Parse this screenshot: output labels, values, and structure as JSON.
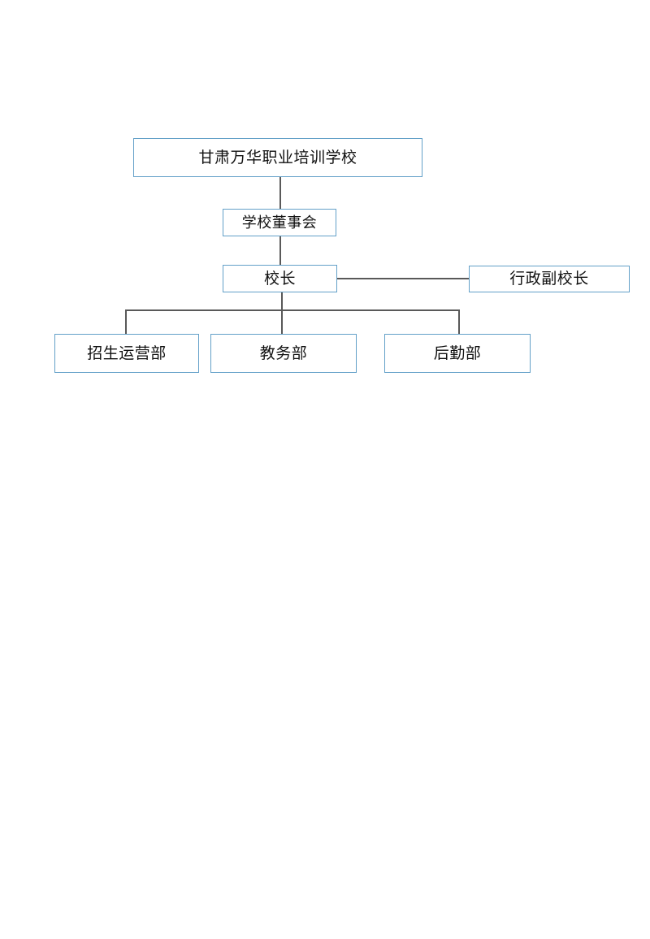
{
  "diagram": {
    "type": "organization-chart",
    "background_color": "#ffffff",
    "node_border_color": "#63A0C8",
    "connector_color": "#595959",
    "nodes": {
      "root": {
        "label": "甘肃万华职业培训学校"
      },
      "board": {
        "label": "学校董事会"
      },
      "principal": {
        "label": "校长"
      },
      "vice_principal": {
        "label": "行政副校长"
      },
      "admissions": {
        "label": "招生运营部"
      },
      "academic": {
        "label": "教务部"
      },
      "logistics": {
        "label": "后勤部"
      }
    },
    "edges": [
      {
        "from": "root",
        "to": "board",
        "style": "vertical"
      },
      {
        "from": "board",
        "to": "principal",
        "style": "vertical"
      },
      {
        "from": "principal",
        "to": "vice_principal",
        "style": "horizontal"
      },
      {
        "from": "principal",
        "to": "admissions",
        "style": "elbow"
      },
      {
        "from": "principal",
        "to": "academic",
        "style": "vertical"
      },
      {
        "from": "principal",
        "to": "logistics",
        "style": "elbow"
      }
    ]
  }
}
